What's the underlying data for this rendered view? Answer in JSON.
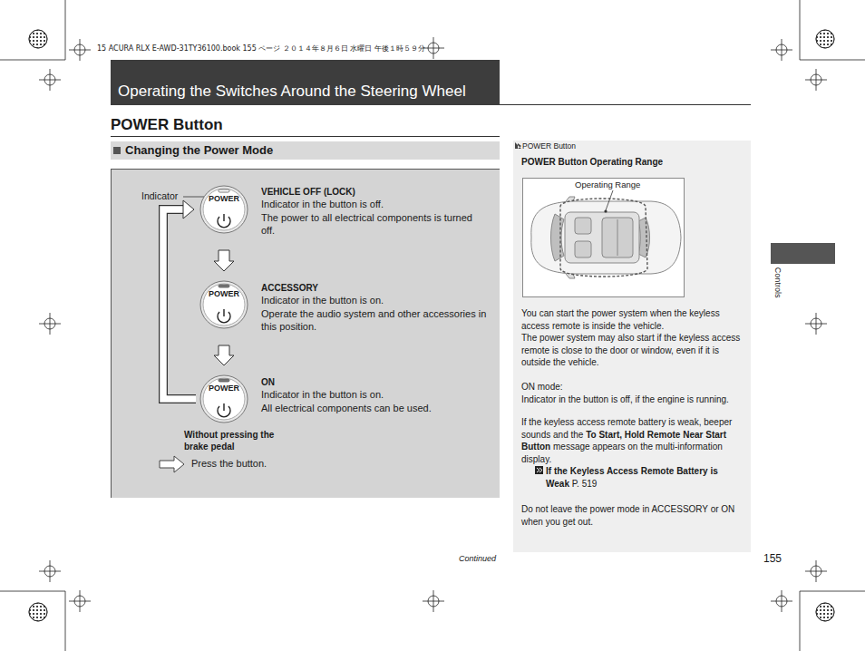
{
  "diagram": {
    "title": "Operating the Switches Around the Steering Wheel",
    "nodes": [
      {
        "text": [
          "POWER"
        ]
      },
      {
        "text": [
          "POWER"
        ]
      },
      {
        "text": [
          "POWER"
        ]
      }
    ],
    "edges": [
      {
        "from": 0,
        "to": 1,
        "arrow": "to"
      },
      {
        "from": 1,
        "to": 2,
        "arrow": "to"
      },
      {
        "from": 2,
        "to": 0,
        "arrow": "to"
      }
    ],
    "labels": [
      "POWER Button",
      "Changing the Power Mode",
      "Indicator",
      "VEHICLE OFF (LOCK)",
      "Indicator in the button is off.",
      "The power to all electrical components is turned off.",
      "ACCESSORY",
      "Indicator in the button is on.",
      "Operate the audio system and other accessories in this position.",
      "ON",
      "Indicator in the button is on.",
      "All electrical components can be used.",
      "Without pressing the brake pedal",
      "Press the button.",
      "POWER Button",
      "POWER Button Operating Range",
      "Operating Range",
      "You can start the power system when the keyless access remote is inside the vehicle.",
      "The power system may also start if the keyless access remote is close to the door or window, even if it is outside the vehicle.",
      "ON mode:",
      "Indicator in the button is off, if the engine is running.",
      "If the keyless access remote battery is weak, beeper sounds and the",
      "To Start, Hold Remote Near Start Button",
      "message appears on the multi-information display.",
      "If the Keyless Access Remote Battery is Weak",
      "P. 519",
      "Do not leave the power mode in ACCESSORY or ON when you get out.",
      "Continued",
      "155",
      "Controls",
      "15 ACURA RLX E-AWD-31TY36100.book  155 ページ  ２０１４年８月６日  水曜日  午後１時５９分"
    ]
  }
}
